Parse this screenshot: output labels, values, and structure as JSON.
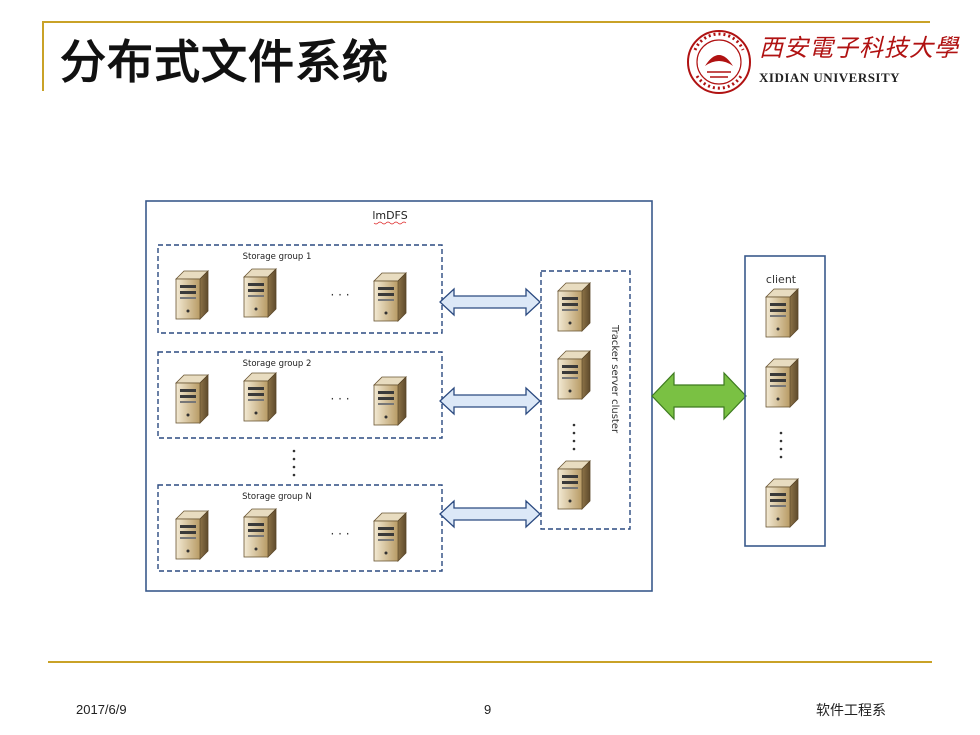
{
  "slide": {
    "title": "分布式文件系统",
    "university_cn": "西安電子科技大學",
    "university_en": "XIDIAN UNIVERSITY"
  },
  "diagram": {
    "system_label": "lmDFS",
    "storage_groups": [
      {
        "label": "Storage group 1"
      },
      {
        "label": "Storage group 2"
      },
      {
        "label": "Storage group N"
      }
    ],
    "ellipsis_h": "· · ·",
    "tracker_label": "Tracker server cluster",
    "client_label": "client"
  },
  "footer": {
    "date": "2017/6/9",
    "page": "9",
    "department": "软件工程系"
  },
  "colors": {
    "accent_gold": "#c9a227",
    "box_blue": "#3a5a8c",
    "dash_blue": "#2b4a80",
    "arrow_blue_fill": "#dce8f7",
    "arrow_green": "#7ac143",
    "server_tan": "#cbb58a",
    "logo_red": "#b01212"
  },
  "icons": [
    "server-icon",
    "double-arrow-icon",
    "university-seal-icon"
  ]
}
